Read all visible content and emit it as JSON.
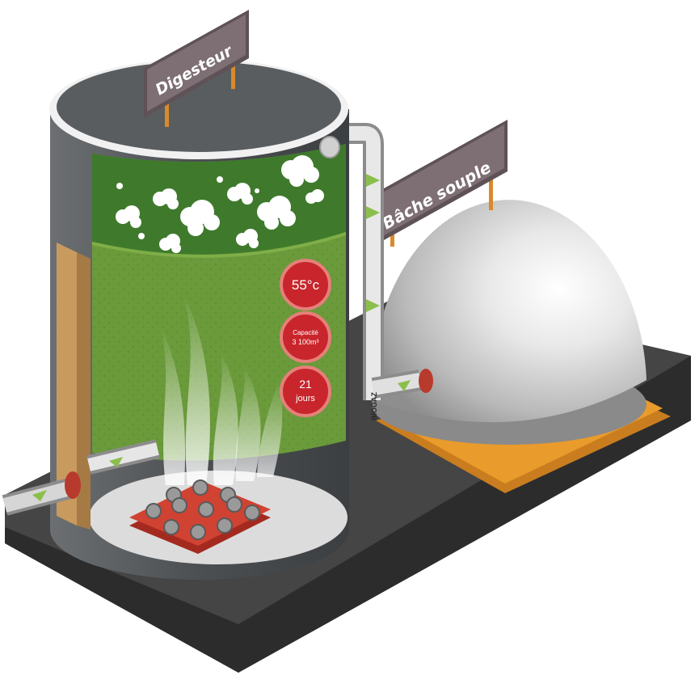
{
  "signs": {
    "digester": "Digesteur",
    "cover": "Bâche souple"
  },
  "badges": {
    "temperature": "55°c",
    "capacity_line1": "Capacité",
    "capacity_line2": "3 100m³",
    "duration_line1": "21",
    "duration_line2": "jours"
  },
  "pipes": {
    "inlet_label": "",
    "outlet_label": "",
    "biogas_label": "BIOGAZ"
  },
  "colors": {
    "platform": "#3a3a3a",
    "tank_wall": "#55585b",
    "tank_rim": "#e9e9e9",
    "liquid_green": "#6a9a3a",
    "foam_green": "#3f7a2c",
    "badge_red": "#c8262c",
    "dome": "#d8d8d8",
    "dome_base": "#e89a2a",
    "sign_board": "#7d6f73",
    "post": "#d98a2c",
    "manifold": "#c8382c"
  }
}
